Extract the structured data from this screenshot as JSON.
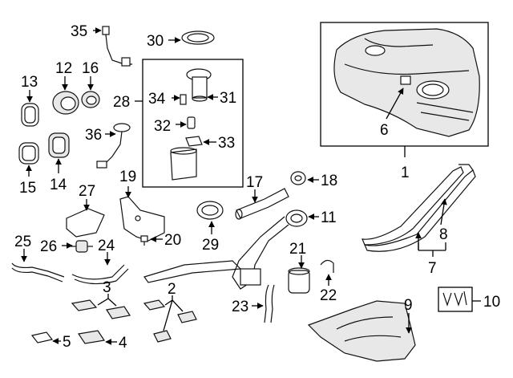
{
  "labels": {
    "l1": "1",
    "l2": "2",
    "l3": "3",
    "l4": "4",
    "l5": "5",
    "l6": "6",
    "l7": "7",
    "l8": "8",
    "l9": "9",
    "l10": "10",
    "l11": "11",
    "l12": "12",
    "l13": "13",
    "l14": "14",
    "l15": "15",
    "l16": "16",
    "l17": "17",
    "l18": "18",
    "l19": "19",
    "l20": "20",
    "l21": "21",
    "l22": "22",
    "l23": "23",
    "l24": "24",
    "l25": "25",
    "l26": "26",
    "l27": "27",
    "l28": "28",
    "l29": "29",
    "l30": "30",
    "l31": "31",
    "l32": "32",
    "l33": "33",
    "l34": "34",
    "l35": "35",
    "l36": "36"
  }
}
